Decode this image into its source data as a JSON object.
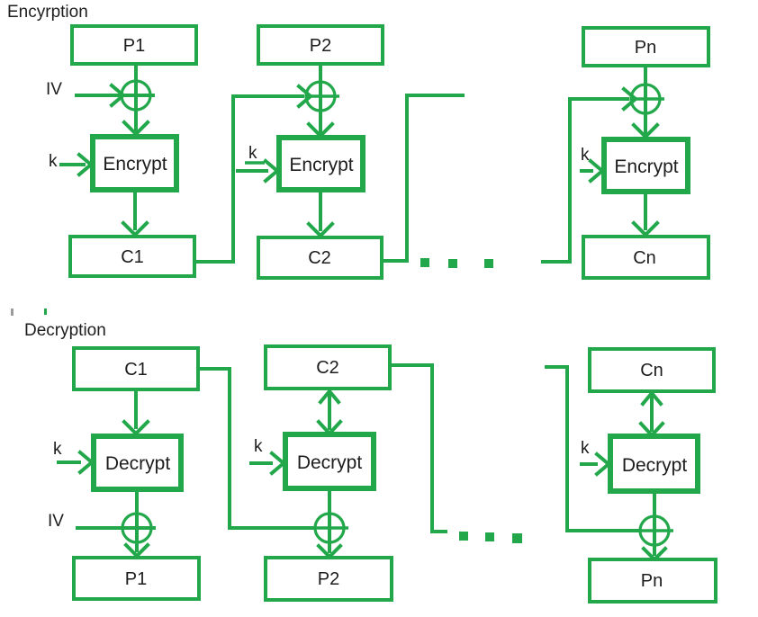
{
  "colors": {
    "line_green": "#22a84a",
    "text_black": "#1d1d1d",
    "background": "#ffffff"
  },
  "encryption": {
    "title": "Encyrption",
    "iv_label": "IV",
    "key_label": "k",
    "xor_symbol": "xor-plus-in-circle",
    "ellipsis": "...",
    "columns": [
      {
        "input": "P1",
        "operation": "Encrypt",
        "output": "C1"
      },
      {
        "input": "P2",
        "operation": "Encrypt",
        "output": "C2"
      },
      {
        "input": "Pn",
        "operation": "Encrypt",
        "output": "Cn"
      }
    ]
  },
  "decryption": {
    "title": "Decryption",
    "iv_label": "IV",
    "key_label": "k",
    "xor_symbol": "xor-plus-in-circle",
    "ellipsis": "...",
    "columns": [
      {
        "input": "C1",
        "operation": "Decrypt",
        "output": "P1"
      },
      {
        "input": "C2",
        "operation": "Decrypt",
        "output": "P2"
      },
      {
        "input": "Cn",
        "operation": "Decrypt",
        "output": "Pn"
      }
    ]
  }
}
